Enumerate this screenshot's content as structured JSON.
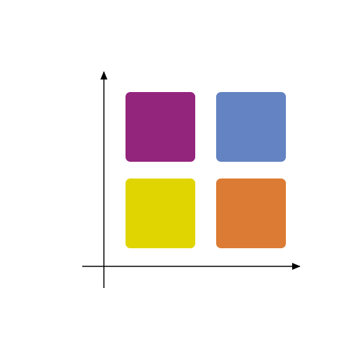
{
  "diagram": {
    "type": "2x2 quadrant grid",
    "axes": {
      "x_arrow": true,
      "y_arrow": true,
      "stroke": "#000000"
    },
    "quadrants": [
      {
        "position": "top-left",
        "color": "#94257D"
      },
      {
        "position": "top-right",
        "color": "#6383C2"
      },
      {
        "position": "bottom-left",
        "color": "#E0D500"
      },
      {
        "position": "bottom-right",
        "color": "#DC7B33"
      }
    ]
  }
}
